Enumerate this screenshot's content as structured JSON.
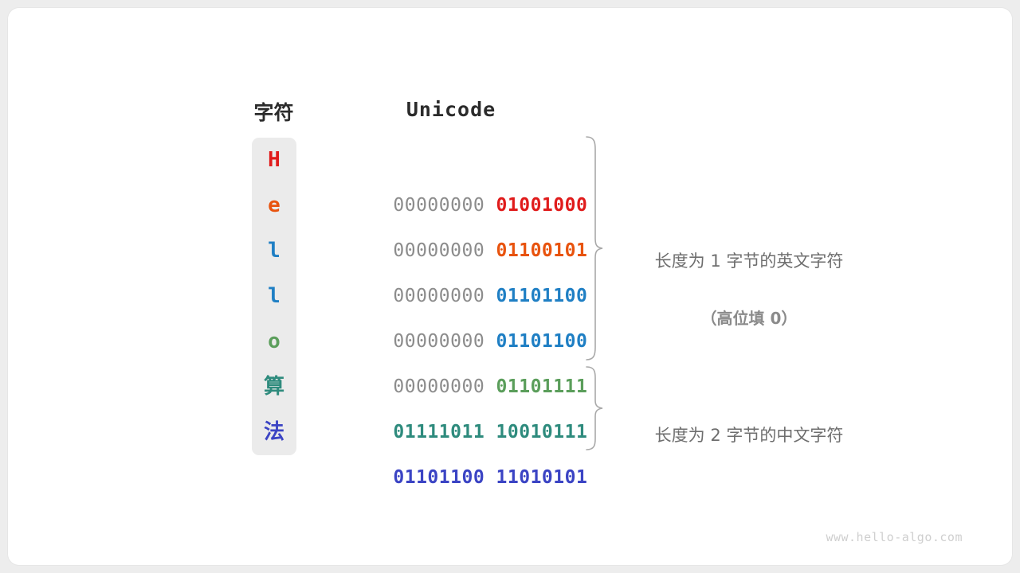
{
  "figure": {
    "headers": {
      "char": "字符",
      "unicode": "Unicode"
    },
    "rows": [
      {
        "char": "H",
        "high": "00000000",
        "low": "01001000",
        "char_color": "#e01b1b",
        "low_color": "#e01b1b",
        "high_bold": false,
        "cjk": false
      },
      {
        "char": "e",
        "high": "00000000",
        "low": "01100101",
        "char_color": "#e8530e",
        "low_color": "#e8530e",
        "high_bold": false,
        "cjk": false
      },
      {
        "char": "l",
        "high": "00000000",
        "low": "01101100",
        "char_color": "#1f7fc4",
        "low_color": "#1f7fc4",
        "high_bold": false,
        "cjk": false
      },
      {
        "char": "l",
        "high": "00000000",
        "low": "01101100",
        "char_color": "#1f7fc4",
        "low_color": "#1f7fc4",
        "high_bold": false,
        "cjk": false
      },
      {
        "char": "o",
        "high": "00000000",
        "low": "01101111",
        "char_color": "#5b9e5b",
        "low_color": "#5b9e5b",
        "high_bold": false,
        "cjk": false
      },
      {
        "char": "算",
        "high": "01111011",
        "low": "10010111",
        "char_color": "#2e8b7d",
        "low_color": "#2e8b7d",
        "high_color": "#2e8b7d",
        "high_bold": true,
        "cjk": true
      },
      {
        "char": "法",
        "high": "01101100",
        "low": "11010101",
        "char_color": "#3b44c4",
        "low_color": "#3b44c4",
        "high_color": "#3b44c4",
        "high_bold": true,
        "cjk": true
      }
    ],
    "annotations": [
      {
        "line1": "长度为 1 字节的英文字符",
        "line2": "（高位填 0）"
      },
      {
        "line1": "长度为 2 字节的中文字符",
        "line2": ""
      }
    ],
    "watermark": "www.hello-algo.com",
    "colors": {
      "page_background": "#ededed",
      "card_background": "#ffffff",
      "column_background": "#ebebeb",
      "high_bits_gray": "#8c8c8c",
      "brace_stroke": "#a8a8a8",
      "annotation_text": "#6e6e6e",
      "header_text": "#2b2b2b",
      "watermark_text": "#cfcfcf"
    }
  }
}
